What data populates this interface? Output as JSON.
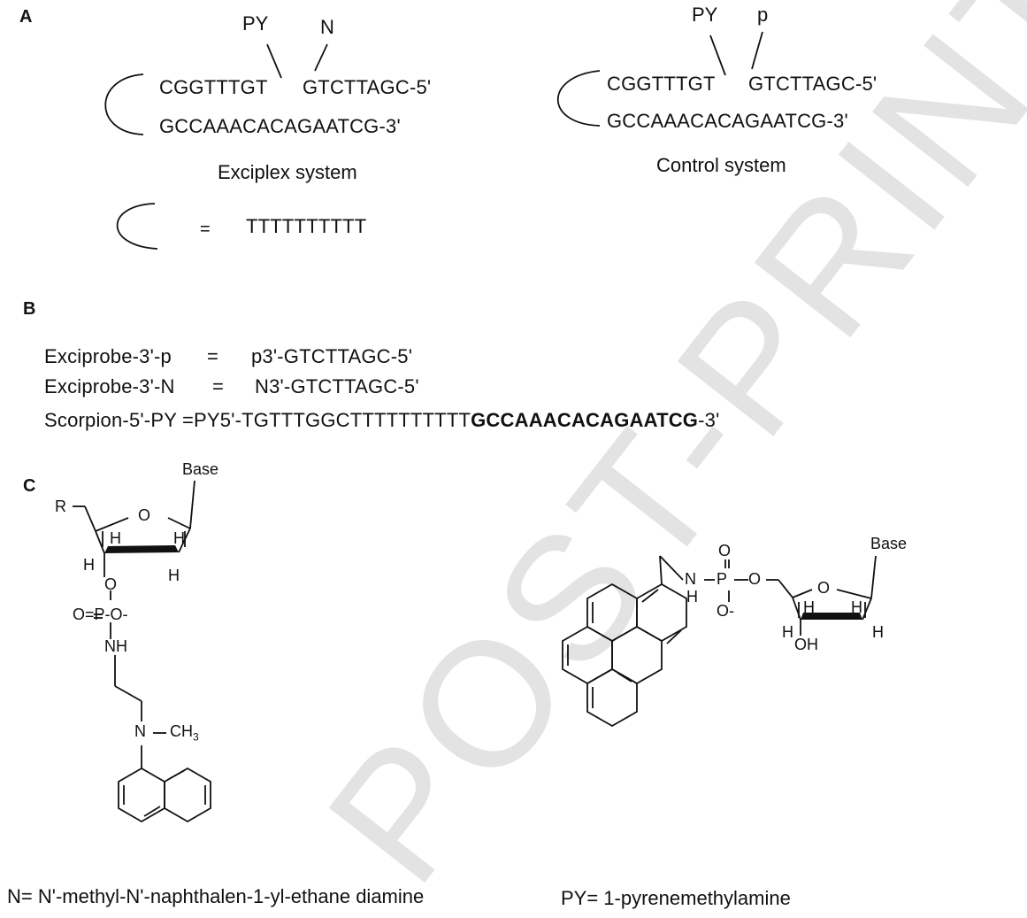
{
  "panels": {
    "a": "A",
    "b": "B",
    "c": "C"
  },
  "panel_a": {
    "exciplex": {
      "label_py": "PY",
      "label_n": "N",
      "top_strand_left": "CGGTTTGT",
      "top_strand_right": "GTCTTAGC-5'",
      "bottom_strand": "GCCAAACACAGAATCG-3'",
      "caption": "Exciplex system"
    },
    "control": {
      "label_py": "PY",
      "label_p": "p",
      "top_strand_left": "CGGTTTGT",
      "top_strand_right": "GTCTTAGC-5'",
      "bottom_strand": "GCCAAACACAGAATCG-3'",
      "caption": "Control system"
    },
    "loop_legend": {
      "equals": "=",
      "sequence": "TTTTTTTTTT"
    }
  },
  "panel_b": {
    "rows": [
      {
        "name": "Exciprobe-3'-p",
        "eq": "=",
        "seq": "p3'-GTCTTAGC-5'"
      },
      {
        "name": "Exciprobe-3'-N",
        "eq": "=",
        "seq": "N3'-GTCTTAGC-5'"
      }
    ],
    "scorpion": {
      "name": "Scorpion-5'-PY",
      "eq": "=",
      "seq_prefix": "PY5'-TGTTTGGCTTTTTTTTTT",
      "seq_bold": "GCCAAACACAGAATCG",
      "seq_suffix": "-3'"
    }
  },
  "panel_c": {
    "left": {
      "r": "R",
      "o_ring": "O",
      "base": "Base",
      "h1": "H",
      "h2": "H",
      "h3": "H",
      "h4": "H",
      "o_link": "O",
      "p_group": "O=P-O-",
      "nh": "NH",
      "n": "N",
      "ch3": "CH",
      "ch3_sub": "3"
    },
    "right": {
      "nh_n": "N",
      "nh_h": "H",
      "p": "P",
      "o_top": "O",
      "o_right": "O",
      "o_minus": "O-",
      "o_ring": "O",
      "base": "Base",
      "h1": "H",
      "h2": "H",
      "h3": "H",
      "h4": "H",
      "oh": "OH"
    },
    "legend_n_prefix": "N= N",
    "legend_n_rest": "'-methyl-N'-naphthalen-1-yl-ethane diamine",
    "legend_py": "PY= 1-pyrenemethylamine"
  },
  "watermark": "POST-PRINT",
  "colors": {
    "ink": "#111111",
    "watermark": "#dcdcdc"
  }
}
